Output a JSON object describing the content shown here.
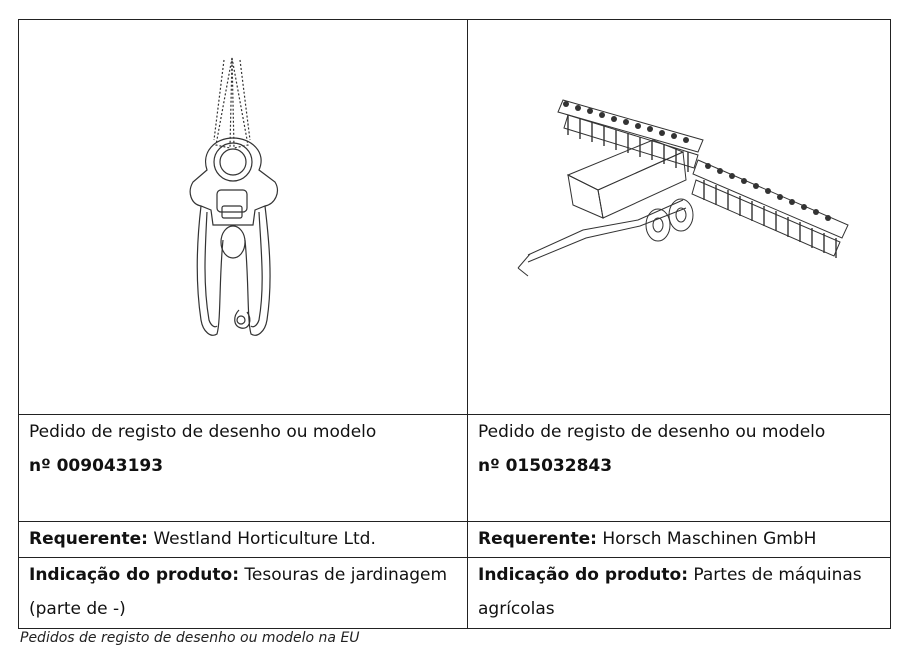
{
  "designs": [
    {
      "application_label": "Pedido de registo de desenho ou modelo",
      "application_number": "nº 009043193",
      "applicant_label": "Requerente:",
      "applicant_value": "Westland Horticulture Ltd.",
      "product_label": "Indicação do produto:",
      "product_value": "Tesouras de jardinagem (parte de -)",
      "image_icon": "pruning-shears-icon"
    },
    {
      "application_label": "Pedido de registo de desenho ou modelo",
      "application_number": "nº 015032843",
      "applicant_label": "Requerente:",
      "applicant_value": "Horsch Maschinen GmbH",
      "product_label": "Indicação do produto:",
      "product_value": "Partes de máquinas agrícolas",
      "image_icon": "seed-drill-icon"
    }
  ],
  "caption": "Pedidos de registo de desenho ou modelo na EU",
  "colors": {
    "border": "#222222",
    "text": "#111111"
  }
}
